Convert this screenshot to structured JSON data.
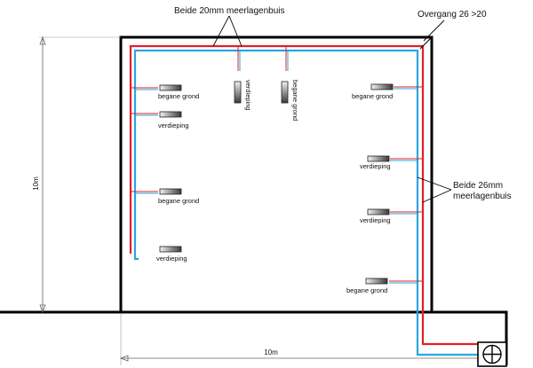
{
  "annotations": {
    "top_pipes": "Beide 20mm meerlagenbuis",
    "transition": "Overgang 26 >20",
    "right_pipes_line1": "Beide 26mm",
    "right_pipes_line2": "meerlagenbuis"
  },
  "dimensions": {
    "height": "10m",
    "width": "10m"
  },
  "radiators": {
    "left_1": "begane grond",
    "left_2": "verdieping",
    "left_3": "begane grond",
    "left_4": "verdieping",
    "center_1": "verdieping",
    "center_2": "begane grond",
    "right_1": "begane grond",
    "right_2": "verdieping",
    "right_3": "verdieping",
    "right_4": "begane grond"
  },
  "colors": {
    "supply_pipe": "#e0202a",
    "return_pipe": "#2aa6de",
    "wall": "#000000"
  },
  "icons": {
    "boiler": "boiler-crosshair-icon"
  }
}
